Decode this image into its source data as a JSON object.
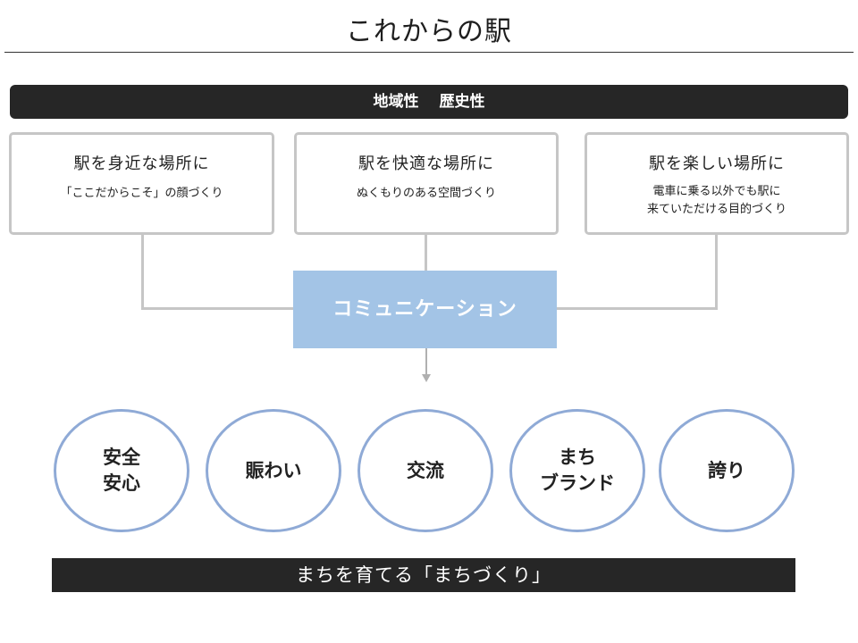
{
  "title": "これからの駅",
  "top_bar": "地域性　 歴史性",
  "boxes": [
    {
      "title": "駅を身近な場所に",
      "sub": "「ここだからこそ」の顔づくり"
    },
    {
      "title": "駅を快適な場所に",
      "sub": "ぬくもりのある空間づくり"
    },
    {
      "title": "駅を楽しい場所に",
      "sub_line1": "電車に乗る以外でも駅に",
      "sub_line2": "来ていただける目的づくり"
    }
  ],
  "center": "コミュニケーション",
  "circles": [
    {
      "label": "安全\n安心"
    },
    {
      "label": "賑わい"
    },
    {
      "label": "交流"
    },
    {
      "label": "まち\nブランド"
    },
    {
      "label": "誇り"
    }
  ],
  "bottom_bar": "まちを育てる「まちづくり」"
}
